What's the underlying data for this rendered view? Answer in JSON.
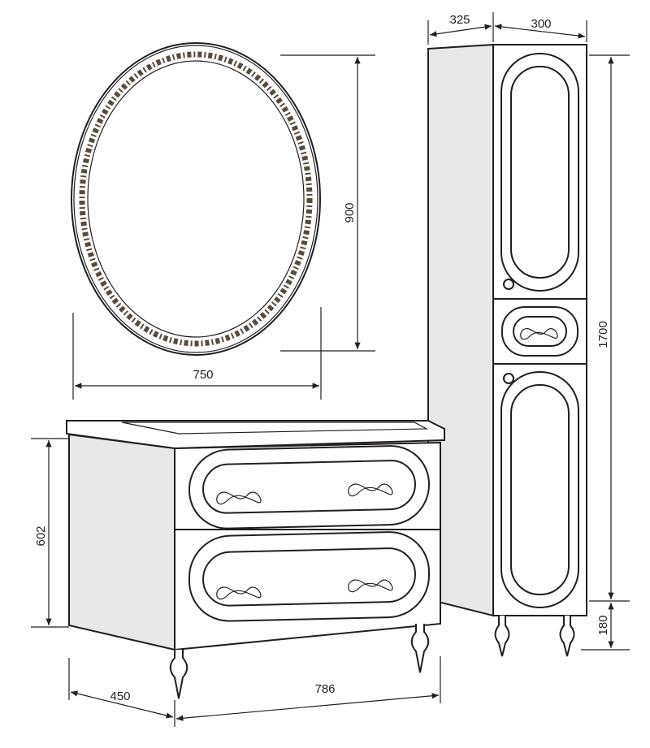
{
  "dimensions": {
    "mirror_height": "900",
    "mirror_width": "750",
    "cabinet_depth": "325",
    "cabinet_width": "300",
    "cabinet_height": "1700",
    "leg_height": "180",
    "vanity_height": "602",
    "vanity_depth": "450",
    "vanity_width": "786"
  },
  "colors": {
    "line": "#231f20",
    "side_panel": "#e8e8e8",
    "ornament": "#5a4a3a"
  }
}
